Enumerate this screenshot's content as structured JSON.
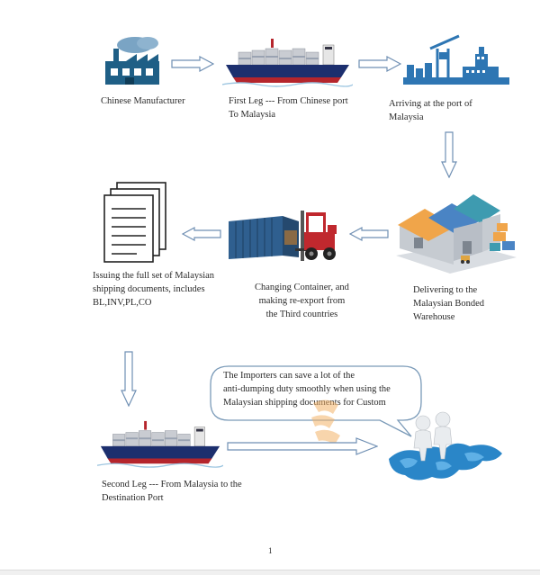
{
  "steps": {
    "manufacturer": "Chinese Manufacturer",
    "first_leg": [
      "First Leg --- From Chinese port",
      "To Malaysia"
    ],
    "arriving": [
      "Arriving at the port of",
      "Malaysia"
    ],
    "delivering": [
      "Delivering to the",
      "Malaysian Bonded",
      "Warehouse"
    ],
    "changing": [
      "Changing Container, and",
      "making re-export from",
      "the Third countries"
    ],
    "issuing": [
      "Issuing the full set of Malaysian",
      "shipping documents, includes",
      "BL,INV,PL,CO"
    ],
    "second_leg": [
      "Second Leg --- From Malaysia to the",
      "Destination Port"
    ]
  },
  "callout": [
    "The Importers can save a lot of the",
    "anti-dumping duty smoothly when using the",
    "Malaysian shipping documents for Custom"
  ],
  "ship_hull_text": "",
  "page_number": "1",
  "colors": {
    "arrow_fill": "#ffffff",
    "arrow_stroke": "#6f8fb3",
    "hull": "#1c2f6e",
    "hull_red": "#b5252c",
    "factory": "#1f5f86",
    "port_blue": "#2e76b3",
    "callout_border": "#7a9ab8",
    "map_blue": "#2a86c8",
    "watermark": "#f3b36a"
  },
  "icons": {
    "manufacturer": "factory-icon",
    "first_leg": "container-ship-icon",
    "arriving": "port-crane-icon",
    "delivering": "warehouse-icon",
    "changing": "forklift-container-icon",
    "issuing": "documents-icon",
    "second_leg": "container-ship-icon",
    "people": "people-on-map-icon"
  }
}
